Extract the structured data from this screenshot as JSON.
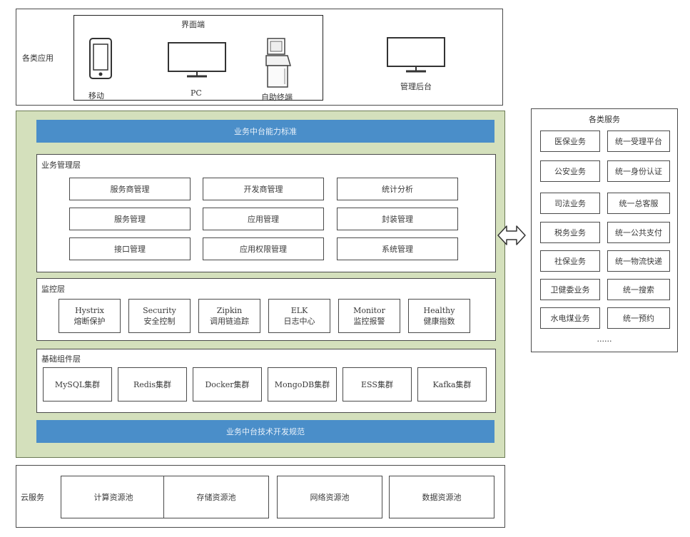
{
  "apps": {
    "section_label": "各类应用",
    "interface_label": "界面端",
    "mobile_label": "移动",
    "pc_label": "PC",
    "kiosk_label": "自助终端",
    "admin_label": "管理后台"
  },
  "middle": {
    "top_bar": "业务中台能力标准",
    "bottom_bar": "业务中台技术开发规范",
    "business_layer": {
      "label": "业务管理层",
      "items": [
        "服务商管理",
        "开发商管理",
        "统计分析",
        "服务管理",
        "应用管理",
        "封装管理",
        "接口管理",
        "应用权限管理",
        "系统管理"
      ]
    },
    "monitor_layer": {
      "label": "监控层",
      "items": [
        {
          "en": "Hystrix",
          "zh": "熔断保护"
        },
        {
          "en": "Security",
          "zh": "安全控制"
        },
        {
          "en": "Zipkin",
          "zh": "调用链追踪"
        },
        {
          "en": "ELK",
          "zh": "日志中心"
        },
        {
          "en": "Monitor",
          "zh": "监控报警"
        },
        {
          "en": "Healthy",
          "zh": "健康指数"
        }
      ]
    },
    "base_layer": {
      "label": "基础组件层",
      "items": [
        "MySQL集群",
        "Redis集群",
        "Docker集群",
        "MongoDB集群",
        "ESS集群",
        "Kafka集群"
      ]
    }
  },
  "services": {
    "title": "各类服务",
    "left": [
      "医保业务",
      "公安业务",
      "司法业务",
      "税务业务",
      "社保业务",
      "卫健委业务",
      "水电煤业务"
    ],
    "right": [
      "统一受理平台",
      "统一身份认证",
      "统一总客服",
      "统一公共支付",
      "统一物流快递",
      "统一搜索",
      "统一预约"
    ],
    "more": "......"
  },
  "cloud": {
    "label": "云服务",
    "items": [
      "计算资源池",
      "存储资源池",
      "网络资源池",
      "数据资源池"
    ]
  },
  "colors": {
    "bar_blue": "#4a8ec9",
    "panel_green": "#d4e0bc",
    "border": "#4a4a4a"
  }
}
